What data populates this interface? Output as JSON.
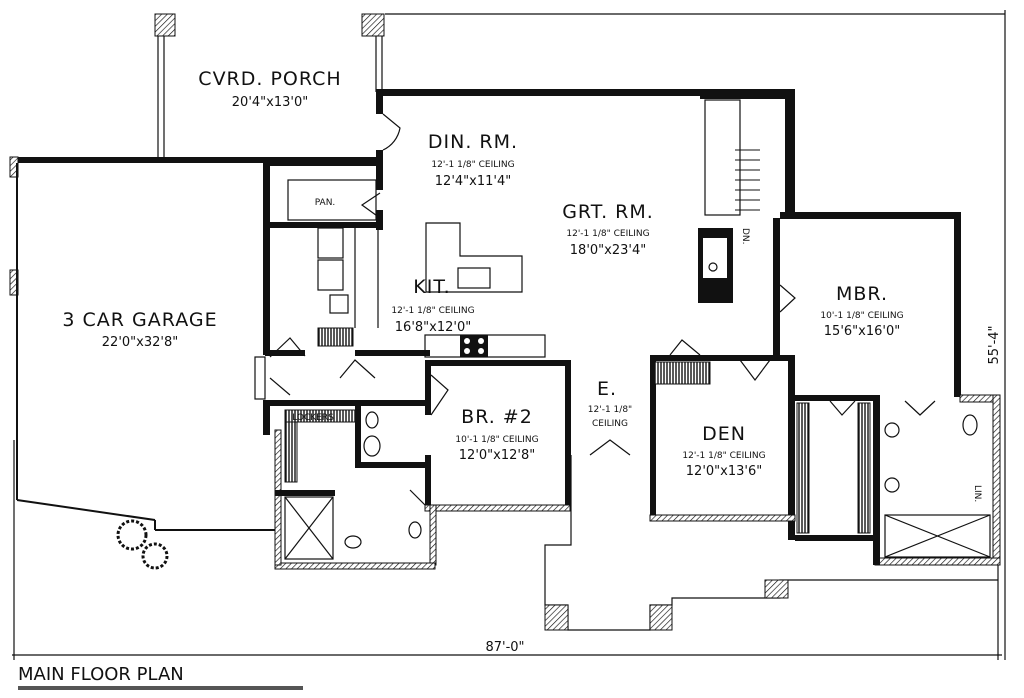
{
  "plan": {
    "title": "MAIN FLOOR PLAN",
    "overall_width": "87'-0\"",
    "overall_depth": "55'-4\""
  },
  "rooms": {
    "porch": {
      "name": "CVRD. PORCH",
      "size": "20'4\"x13'0\""
    },
    "garage": {
      "name": "3 CAR GARAGE",
      "size": "22'0\"x32'8\""
    },
    "dining": {
      "name": "DIN. RM.",
      "ceiling": "12'-1 1/8\" CEILING",
      "size": "12'4\"x11'4\""
    },
    "great": {
      "name": "GRT. RM.",
      "ceiling": "12'-1 1/8\" CEILING",
      "size": "18'0\"x23'4\""
    },
    "kitchen": {
      "name": "KIT.",
      "ceiling": "12'-1 1/8\" CEILING",
      "size": "16'8\"x12'0\""
    },
    "master": {
      "name": "MBR.",
      "ceiling": "10'-1 1/8\" CEILING",
      "size": "15'6\"x16'0\""
    },
    "bedroom2": {
      "name": "BR. #2",
      "ceiling": "10'-1 1/8\" CEILING",
      "size": "12'0\"x12'8\""
    },
    "entry": {
      "name": "E.",
      "ceiling_1": "12'-1 1/8\"",
      "ceiling_2": "CEILING"
    },
    "den": {
      "name": "DEN",
      "ceiling": "12'-1 1/8\" CEILING",
      "size": "12'0\"x13'6\""
    },
    "pantry": {
      "name": "PAN."
    },
    "lockers": {
      "name": "LOCKERS"
    },
    "linen": {
      "name": "LIN."
    },
    "stairs": {
      "label": "DN."
    }
  }
}
